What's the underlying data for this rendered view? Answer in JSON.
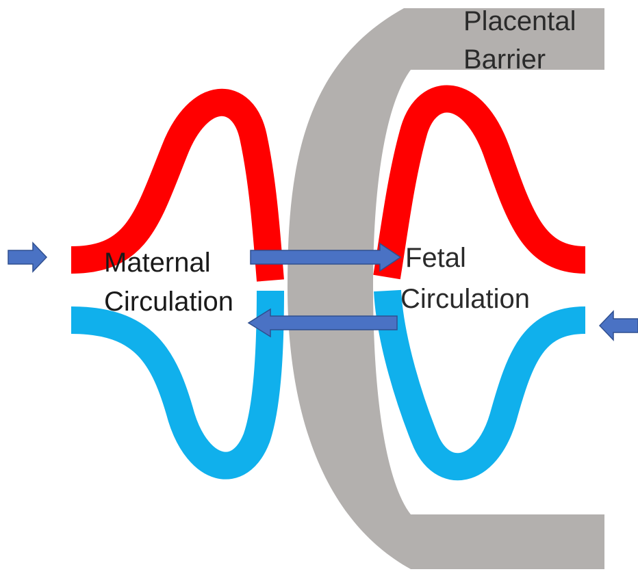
{
  "labels": {
    "barrier_line1": "Placental",
    "barrier_line2": "Barrier",
    "maternal_line1": "Maternal",
    "maternal_line2": "Circulation",
    "fetal_line1": "Fetal",
    "fetal_line2": "Circulation"
  },
  "colors": {
    "arterial": "#ff0000",
    "venous": "#10b0ec",
    "barrier": "#b3b0ae",
    "arrow_fill": "#4a72c4",
    "arrow_stroke": "#2f4f8f"
  }
}
